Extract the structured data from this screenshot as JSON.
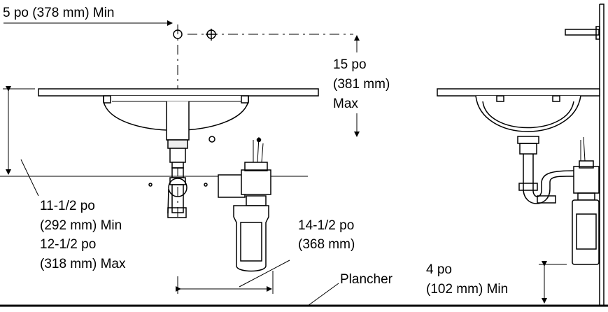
{
  "labels": {
    "clearance_top": "5 po (378 mm) Min",
    "faucet_height": [
      "15 po",
      "(381 mm)",
      "Max"
    ],
    "rim_to_drain": [
      "11-1/2 po",
      "(292 mm) Min",
      "12-1/2 po",
      "(318 mm) Max"
    ],
    "pump_depth": [
      "14-1/2 po",
      "(368 mm)"
    ],
    "floor": "Plancher",
    "floor_clearance": [
      "4 po",
      "(102 mm) Min"
    ]
  },
  "colors": {
    "line": "#000000",
    "background": "#ffffff",
    "fill_light": "#f4f4f4"
  }
}
